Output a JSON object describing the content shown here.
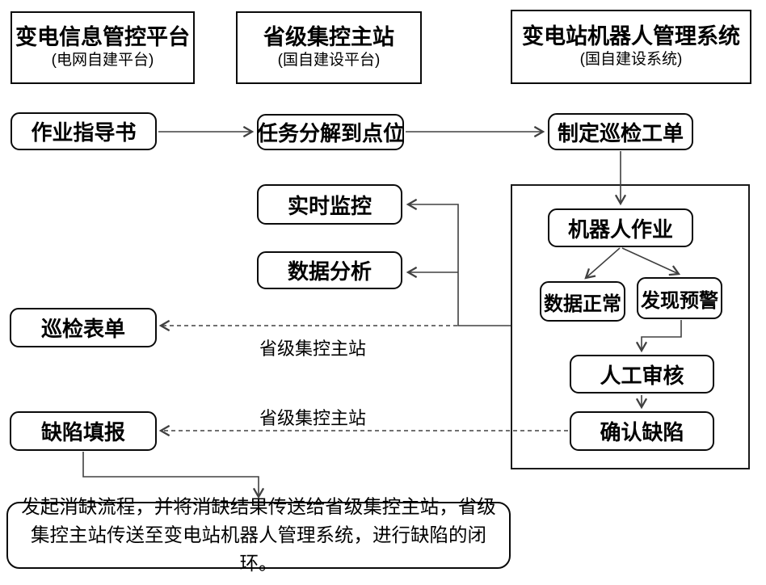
{
  "headers": [
    {
      "title": "变电信息管控平台",
      "subtitle": "(电网自建平台)"
    },
    {
      "title": "省级集控主站",
      "subtitle": "(国自建设平台)"
    },
    {
      "title": "变电站机器人管理系统",
      "subtitle": "(国自建设系统)"
    }
  ],
  "nodes": {
    "work_guide": "作业指导书",
    "task_decompose": "任务分解到点位",
    "create_order": "制定巡检工单",
    "realtime_monitor": "实时监控",
    "data_analysis": "数据分析",
    "inspection_form": "巡检表单",
    "defect_report": "缺陷填报",
    "robot_work": "机器人作业",
    "data_normal": "数据正常",
    "alert_found": "发现预警",
    "manual_review": "人工审核",
    "confirm_defect": "确认缺陷"
  },
  "edge_labels": {
    "to_inspection_form": "省级集控主站",
    "to_defect_report": "省级集控主站"
  },
  "bottom_note": "发起消缺流程，并将消缺结果传送给省级集控主站，省级集控主站传送至变电站机器人管理系统，进行缺陷的闭环。",
  "colors": {
    "box_border": "#0a0a0a",
    "connector_line": "#404040",
    "background": "#ffffff",
    "text": "#000000"
  }
}
